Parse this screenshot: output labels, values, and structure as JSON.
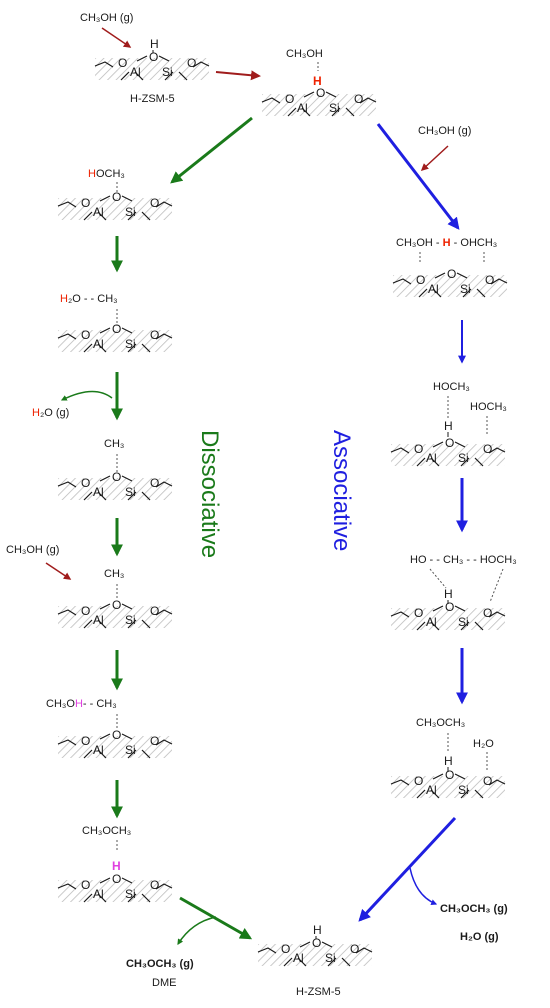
{
  "colors": {
    "dissociative": "#1a7a1a",
    "associative": "#1f1fe0",
    "methanol_arrow": "#a01c1c",
    "proton_red": "#ee2200",
    "proton_magenta": "#e040e0",
    "surface_hatch": "#b8b8b8"
  },
  "atoms": {
    "al": "Al",
    "o": "O",
    "si": "Si",
    "h": "H"
  },
  "catalyst": {
    "name": "H-ZSM-5"
  },
  "start": {
    "methanol_in": "CH₃OH (g)"
  },
  "step1": {
    "molecule": "CH₃OH"
  },
  "assoc_in": {
    "methanol": "CH₃OH (g)"
  },
  "diss": {
    "path_label": "Dissociative",
    "s1": {
      "h": "H",
      "rest": "OCH₃"
    },
    "s2": {
      "h": "H",
      "rest": "₂O - - CH₃"
    },
    "water_out": {
      "h": "H",
      "rest": "₂O (g)"
    },
    "s3": {
      "label": "CH₃"
    },
    "methanol_in": "CH₃OH (g)",
    "s4": {
      "label": "CH₃"
    },
    "s5": {
      "left": "CH₃O",
      "h": "H",
      "right": "- - CH₃"
    },
    "s6": {
      "label": "CH₃OCH₃",
      "h": "H"
    },
    "product": {
      "formula": "CH₃OCH₃ (g)",
      "name": "DME"
    }
  },
  "assoc": {
    "path_label": "Associative",
    "s1": {
      "left": "CH₃OH -",
      "h": "H",
      "right": "- OHCH₃"
    },
    "s2": {
      "left": "HOCH₃",
      "right": "HOCH₃"
    },
    "s3": {
      "label": "HO - - CH₃ - - HOCH₃"
    },
    "s4": {
      "left": "CH₃OCH₃",
      "right": "H₂O"
    },
    "product1": "CH₃OCH₃ (g)",
    "product2": "H₂O (g)"
  }
}
